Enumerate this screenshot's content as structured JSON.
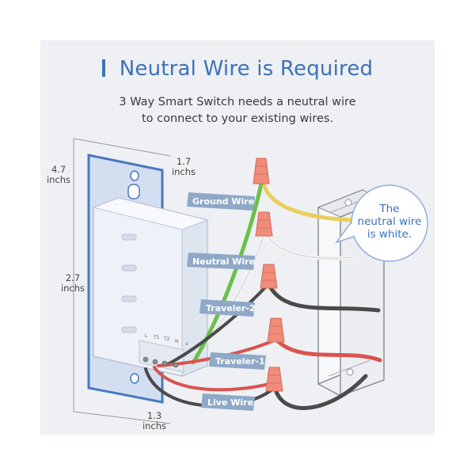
{
  "header": {
    "title": "Neutral Wire is Required",
    "subtitle_line1": "3 Way Smart Switch needs a neutral wire",
    "subtitle_line2": "to connect to your existing wires."
  },
  "dimensions": {
    "height_plate_value": "4.7",
    "height_plate_unit": "inchs",
    "width_plate_value": "1.7",
    "width_plate_unit": "inchs",
    "height_body_value": "2.7",
    "height_body_unit": "inchs",
    "depth_value": "1.3",
    "depth_unit": "inchs"
  },
  "wire_labels": {
    "ground": "Ground Wire",
    "neutral": "Neutral Wire",
    "traveler2": "Traveler-2",
    "traveler1": "Traveler-1",
    "live": "Live Wire"
  },
  "terminals": [
    "L",
    "T1",
    "T2",
    "N",
    "⏚"
  ],
  "callout": {
    "line1": "The",
    "line2": "neutral wire",
    "line3": "is white."
  },
  "colors": {
    "accent": "#3d72b8",
    "ground_wire": "#6cc04a",
    "neutral_wire": "#f2f2f2",
    "yellow_wire": "#e9cf5a",
    "black_wire": "#4a4a4a",
    "red_wire": "#d9534f",
    "wire_nut": "#f08c7a",
    "label_bg": "#8fa8c8"
  }
}
